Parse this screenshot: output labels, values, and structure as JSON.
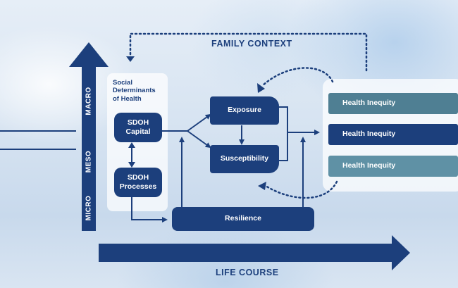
{
  "labels": {
    "family_context": "FAMILY CONTEXT",
    "life_course": "LIFE COURSE",
    "sdoh_panel_title": "Social Determinants of Health"
  },
  "levels": [
    "MACRO",
    "MESO",
    "MICRO"
  ],
  "nodes": {
    "sdoh_capital": "SDOH Capital",
    "sdoh_processes": "SDOH Processes",
    "exposure": "Exposure",
    "susceptibility": "Susceptibility",
    "resilience": "Resilience"
  },
  "outcomes": [
    "Health Inequity",
    "Health Inequity",
    "Health Inequity"
  ],
  "colors": {
    "primary": "#1c3f7c",
    "outcome_1": "#4f7f93",
    "outcome_2": "#1c3f7c",
    "outcome_3": "#5f91a5"
  }
}
